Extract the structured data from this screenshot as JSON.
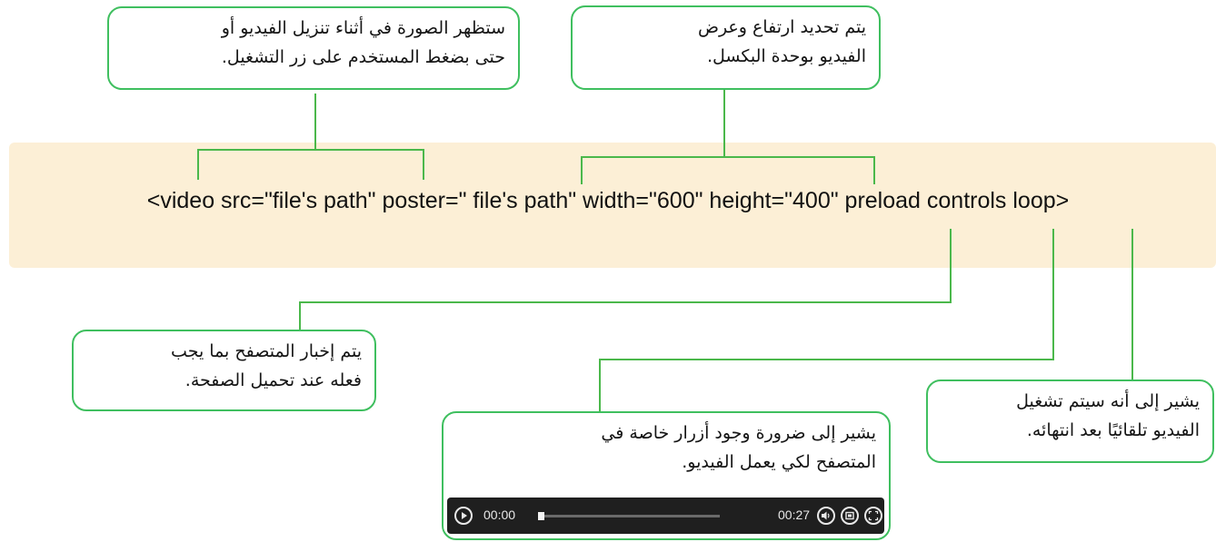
{
  "code_line": "<video src=\"file's path\" poster=\" file's path\" width=\"600\" height=\"400\" preload controls loop>",
  "callouts": {
    "poster": [
      "ستظهر الصورة في أثناء تنزيل الفيديو أو",
      "حتى بضغط المستخدم على زر التشغيل."
    ],
    "size": [
      "يتم تحديد ارتفاع وعرض",
      "الفيديو بوحدة البكسل."
    ],
    "preload": [
      "يتم إخبار المتصفح بما يجب",
      "فعله عند تحميل الصفحة."
    ],
    "controls": [
      "يشير إلى ضرورة وجود أزرار خاصة في",
      "المتصفح لكي يعمل الفيديو."
    ],
    "loop": [
      "يشير إلى أنه سيتم تشغيل",
      "الفيديو تلقائيًا بعد انتهائه."
    ]
  },
  "player": {
    "current_time": "00:00",
    "duration": "00:27",
    "progress": 0.0
  },
  "colors": {
    "accent": "#3fbf5f",
    "band": "#fcefd6",
    "player_bg": "#1f1f1f"
  }
}
